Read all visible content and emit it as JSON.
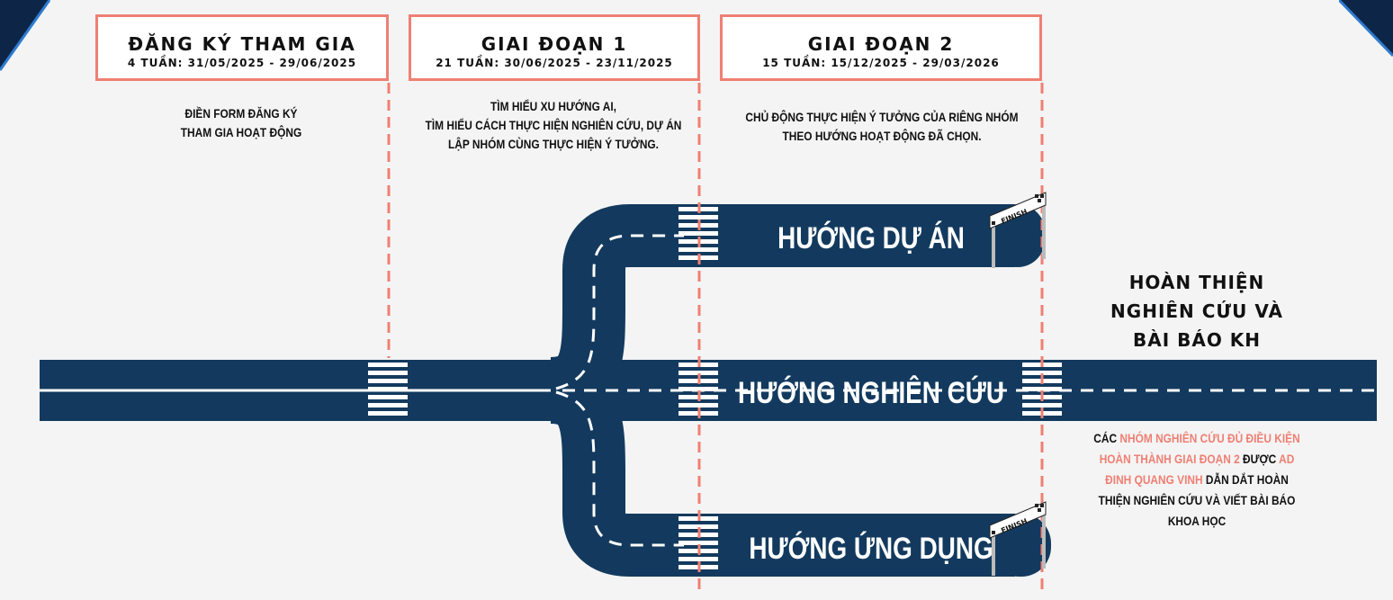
{
  "phases": [
    {
      "title": "ĐĂNG KÝ THAM GIA",
      "dates": "4 TUẦN: 31/05/2025 - 29/06/2025",
      "description": [
        "ĐIỀN FORM ĐĂNG KÝ",
        "THAM GIA HOẠT ĐỘNG"
      ]
    },
    {
      "title": "GIAI ĐOẠN 1",
      "dates": "21 TUẦN: 30/06/2025 - 23/11/2025",
      "description": [
        "TÌM HIỂU XU HƯỚNG AI,",
        "TÌM HIỂU CÁCH THỰC HIỆN NGHIÊN CỨU, DỰ ÁN",
        "LẬP NHÓM CÙNG THỰC HIỆN Ý TƯỞNG."
      ]
    },
    {
      "title": "GIAI ĐOẠN 2",
      "dates": "15 TUẦN: 15/12/2025 - 29/03/2026",
      "description": [
        "CHỦ ĐỘNG THỰC HIỆN Ý TƯỞNG CỦA RIÊNG NHÓM",
        "THEO HƯỚNG HOẠT ĐỘNG ĐÃ CHỌN."
      ]
    }
  ],
  "roads": {
    "top": "HƯỚNG DỰ ÁN",
    "middle": "HƯỚNG NGHIÊN CỨU",
    "bottom": "HƯỚNG ỨNG DỤNG"
  },
  "finish_flag": "FINISH",
  "completion": {
    "title_lines": [
      "HOÀN THIỆN",
      "NGHIÊN CỨU VÀ",
      "BÀI BÁO KH"
    ],
    "note": {
      "part1": "CÁC ",
      "highlight1": "NHÓM NGHIÊN CỨU ĐỦ ĐIỀU KIỆN HOÀN THÀNH GIAI ĐOẠN 2",
      "part2": " ĐƯỢC ",
      "highlight2": "AD ĐINH QUANG VINH",
      "part3": " DẪN DẮT HOÀN THIỆN NGHIÊN CỨU VÀ VIẾT BÀI BÁO KHOA HỌC"
    }
  },
  "colors": {
    "road": "#133a5e",
    "accent": "#ef7f73",
    "background": "#f4f4f4",
    "corner": "#0d2547"
  }
}
